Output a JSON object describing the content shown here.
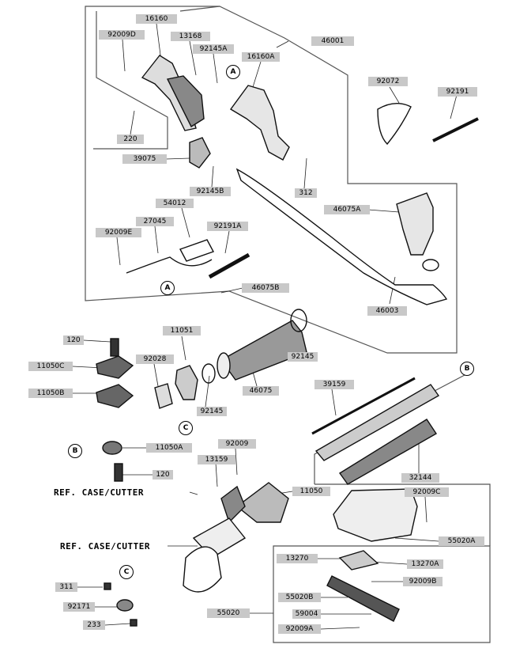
{
  "parts": [
    {
      "id": "p16160",
      "text": "16160"
    },
    {
      "id": "p92009D",
      "text": "92009D"
    },
    {
      "id": "p13168",
      "text": "13168"
    },
    {
      "id": "p92145A",
      "text": "92145A"
    },
    {
      "id": "p16160A",
      "text": "16160A"
    },
    {
      "id": "p46001",
      "text": "46001"
    },
    {
      "id": "p92072",
      "text": "92072"
    },
    {
      "id": "p92191",
      "text": "92191"
    },
    {
      "id": "p220",
      "text": "220"
    },
    {
      "id": "p39075",
      "text": "39075"
    },
    {
      "id": "p92145B",
      "text": "92145B"
    },
    {
      "id": "p312",
      "text": "312"
    },
    {
      "id": "p54012",
      "text": "54012"
    },
    {
      "id": "p27045",
      "text": "27045"
    },
    {
      "id": "p92009E",
      "text": "92009E"
    },
    {
      "id": "p92191A",
      "text": "92191A"
    },
    {
      "id": "p46075A",
      "text": "46075A"
    },
    {
      "id": "p46075B",
      "text": "46075B"
    },
    {
      "id": "p46003",
      "text": "46003"
    },
    {
      "id": "p11051",
      "text": "11051"
    },
    {
      "id": "p120a",
      "text": "120"
    },
    {
      "id": "p92028",
      "text": "92028"
    },
    {
      "id": "p92145",
      "text": "92145"
    },
    {
      "id": "p11050C",
      "text": "11050C"
    },
    {
      "id": "p11050B",
      "text": "11050B"
    },
    {
      "id": "p46075",
      "text": "46075"
    },
    {
      "id": "p92145c",
      "text": "92145"
    },
    {
      "id": "p39159",
      "text": "39159"
    },
    {
      "id": "p11050A",
      "text": "11050A"
    },
    {
      "id": "p92009",
      "text": "92009"
    },
    {
      "id": "p13159",
      "text": "13159"
    },
    {
      "id": "p120b",
      "text": "120"
    },
    {
      "id": "p11050",
      "text": "11050"
    },
    {
      "id": "p32144",
      "text": "32144"
    },
    {
      "id": "p92009C",
      "text": "92009C"
    },
    {
      "id": "p55020A",
      "text": "55020A"
    },
    {
      "id": "p13270",
      "text": "13270"
    },
    {
      "id": "p13270A",
      "text": "13270A"
    },
    {
      "id": "p92009B",
      "text": "92009B"
    },
    {
      "id": "p311",
      "text": "311"
    },
    {
      "id": "p55020B",
      "text": "55020B"
    },
    {
      "id": "p92171",
      "text": "92171"
    },
    {
      "id": "p59004",
      "text": "59004"
    },
    {
      "id": "p55020",
      "text": "55020"
    },
    {
      "id": "p233",
      "text": "233"
    },
    {
      "id": "p92009A",
      "text": "92009A"
    }
  ],
  "references": [
    {
      "id": "ref1",
      "text": "REF. CASE/CUTTER"
    },
    {
      "id": "ref2",
      "text": "REF. CASE/CUTTER"
    }
  ],
  "callouts": [
    {
      "id": "cA1",
      "text": "A"
    },
    {
      "id": "cA2",
      "text": "A"
    },
    {
      "id": "cB1",
      "text": "B"
    },
    {
      "id": "cB2",
      "text": "B"
    },
    {
      "id": "cC1",
      "text": "C"
    },
    {
      "id": "cC2",
      "text": "C"
    }
  ]
}
